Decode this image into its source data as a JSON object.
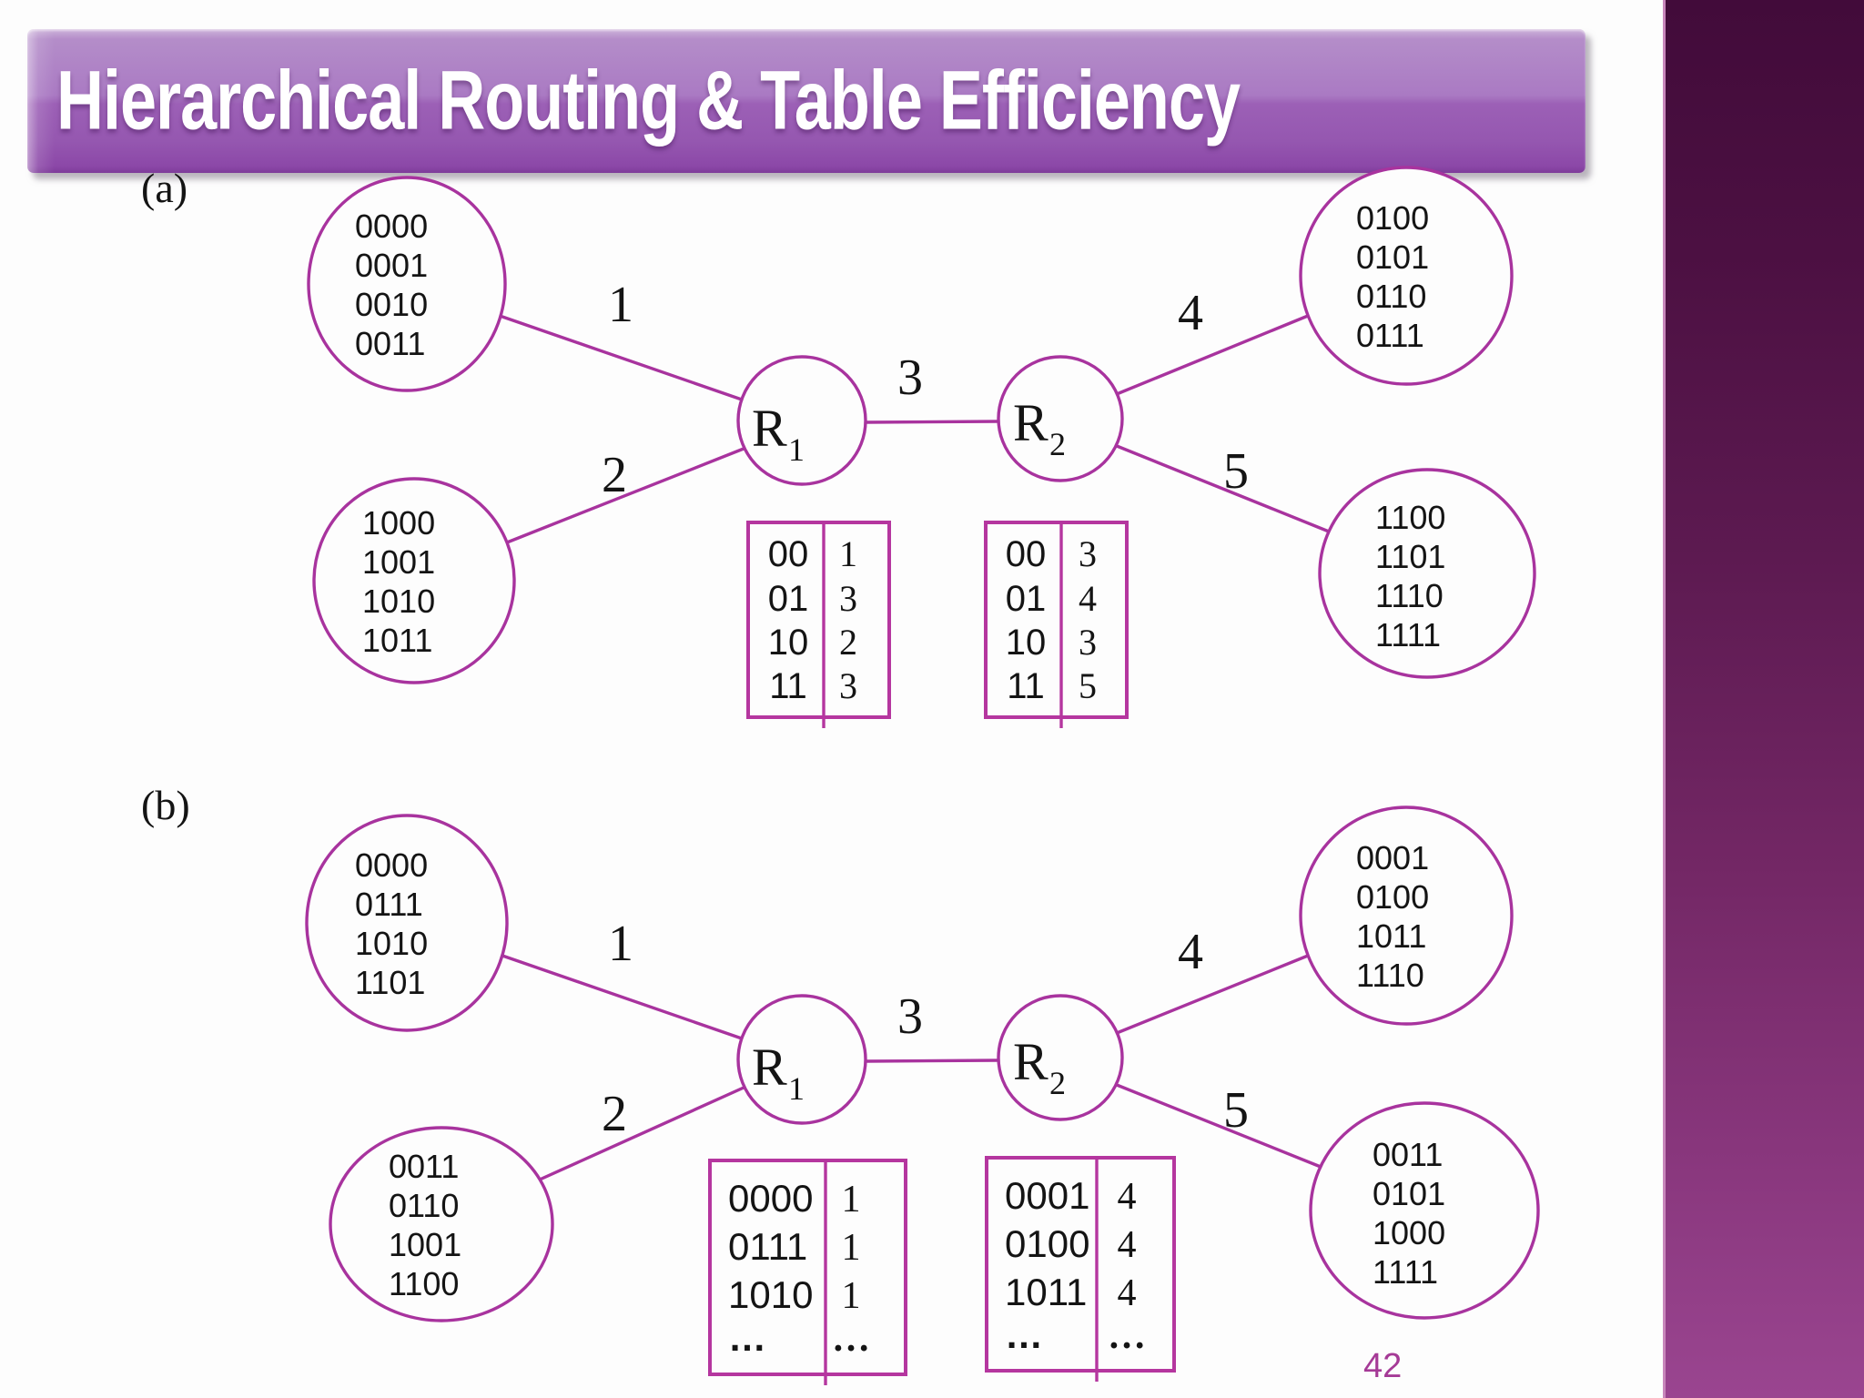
{
  "slide": {
    "title": "Hierarchical Routing & Table Efficiency",
    "page_number": "42"
  },
  "colors": {
    "diagram_stroke": "#a8339e",
    "table_stroke": "#b5369f",
    "banner_purple": "#9c60b6",
    "stripe_dark": "#420b3a",
    "page_number": "#a53a96"
  },
  "part_a": {
    "label": "(a)",
    "clouds": {
      "top_left": [
        "0000",
        "0001",
        "0010",
        "0011"
      ],
      "bottom_left": [
        "1000",
        "1001",
        "1010",
        "1011"
      ],
      "top_right": [
        "0100",
        "0101",
        "0110",
        "0111"
      ],
      "bottom_right": [
        "1100",
        "1101",
        "1110",
        "1111"
      ]
    },
    "routers": {
      "r1_base": "R",
      "r1_sub": "1",
      "r2_base": "R",
      "r2_sub": "2"
    },
    "link_labels": {
      "l1": "1",
      "l2": "2",
      "l3": "3",
      "l4": "4",
      "l5": "5"
    },
    "r1_table": [
      [
        "00",
        "1"
      ],
      [
        "01",
        "3"
      ],
      [
        "10",
        "2"
      ],
      [
        "11",
        "3"
      ]
    ],
    "r2_table": [
      [
        "00",
        "3"
      ],
      [
        "01",
        "4"
      ],
      [
        "10",
        "3"
      ],
      [
        "11",
        "5"
      ]
    ]
  },
  "part_b": {
    "label": "(b)",
    "clouds": {
      "top_left": [
        "0000",
        "0111",
        "1010",
        "1101"
      ],
      "bottom_left": [
        "0011",
        "0110",
        "1001",
        "1100"
      ],
      "top_right": [
        "0001",
        "0100",
        "1011",
        "1110"
      ],
      "bottom_right": [
        "0011",
        "0101",
        "1000",
        "1111"
      ]
    },
    "routers": {
      "r1_base": "R",
      "r1_sub": "1",
      "r2_base": "R",
      "r2_sub": "2"
    },
    "link_labels": {
      "l1": "1",
      "l2": "2",
      "l3": "3",
      "l4": "4",
      "l5": "5"
    },
    "r1_table": [
      [
        "0000",
        "1"
      ],
      [
        "0111",
        "1"
      ],
      [
        "1010",
        "1"
      ],
      [
        "…",
        "…"
      ]
    ],
    "r2_table": [
      [
        "0001",
        "4"
      ],
      [
        "0100",
        "4"
      ],
      [
        "1011",
        "4"
      ],
      [
        "…",
        "…"
      ]
    ]
  }
}
